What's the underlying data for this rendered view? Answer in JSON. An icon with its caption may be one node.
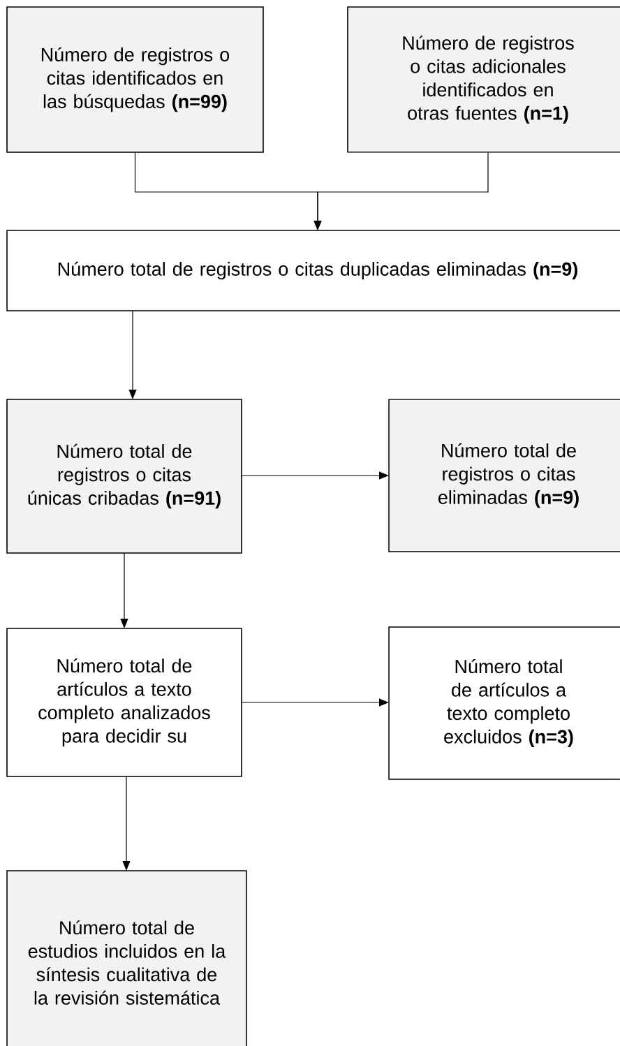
{
  "diagram": {
    "nodes": [
      {
        "text": [
          "Número de registros o citas identificados en las búsquedas **(n=99)**"
        ]
      },
      {
        "text": [
          "Número de registros o citas adicionales identificados en otras fuentes **(n=1)**"
        ]
      },
      {
        "text": [
          "Número total de registros o citas duplicadas eliminadas **(n=9)**"
        ]
      },
      {
        "text": [
          "Número total de registros o citas únicas cribadas **(n=91)**"
        ]
      },
      {
        "text": [
          "Número total de registros o citas eliminadas **(n=9)**"
        ]
      },
      {
        "text": [
          "Número total de artículos a texto completo analizados para decidir su"
        ]
      },
      {
        "text": [
          "Número total de artículos a texto completo excluidos **(n=3)**"
        ]
      },
      {
        "text": [
          "Número total de estudios incluidos en la síntesis cualitativa de la revisión sistemática"
        ]
      }
    ],
    "edges": [
      {
        "from": 0,
        "to": 2,
        "arrow": "to"
      },
      {
        "from": 1,
        "to": 2,
        "arrow": "to"
      },
      {
        "from": 2,
        "to": 3,
        "arrow": "to"
      },
      {
        "from": 3,
        "to": 4,
        "arrow": "to"
      },
      {
        "from": 3,
        "to": 5,
        "arrow": "to"
      },
      {
        "from": 5,
        "to": 6,
        "arrow": "to"
      },
      {
        "from": 5,
        "to": 7,
        "arrow": "to"
      }
    ]
  }
}
